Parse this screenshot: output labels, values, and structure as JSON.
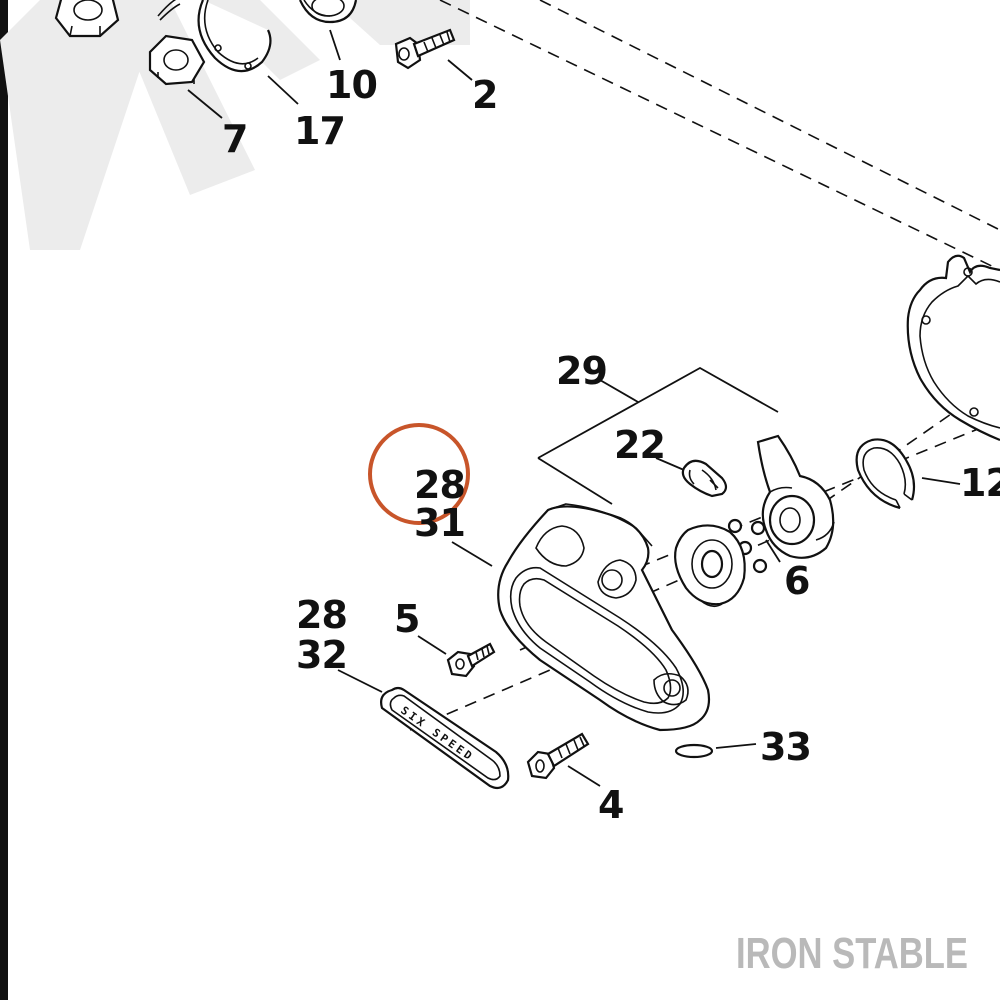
{
  "callouts": {
    "c2": "2",
    "c4": "4",
    "c5": "5",
    "c6": "6",
    "c7": "7",
    "c10": "10",
    "c12": "12",
    "c17": "17",
    "c22": "22",
    "c28_circled": "28",
    "c31": "31",
    "c28_plate": "28",
    "c32": "32",
    "c29": "29",
    "c33": "33"
  },
  "plate_text": "SIX SPEED",
  "watermark": "IRON STABLE",
  "colors": {
    "line": "#111111",
    "highlight_circle": "#c8552a",
    "watermark": "#b9b9b9",
    "watermark_shape": "#ececec"
  }
}
